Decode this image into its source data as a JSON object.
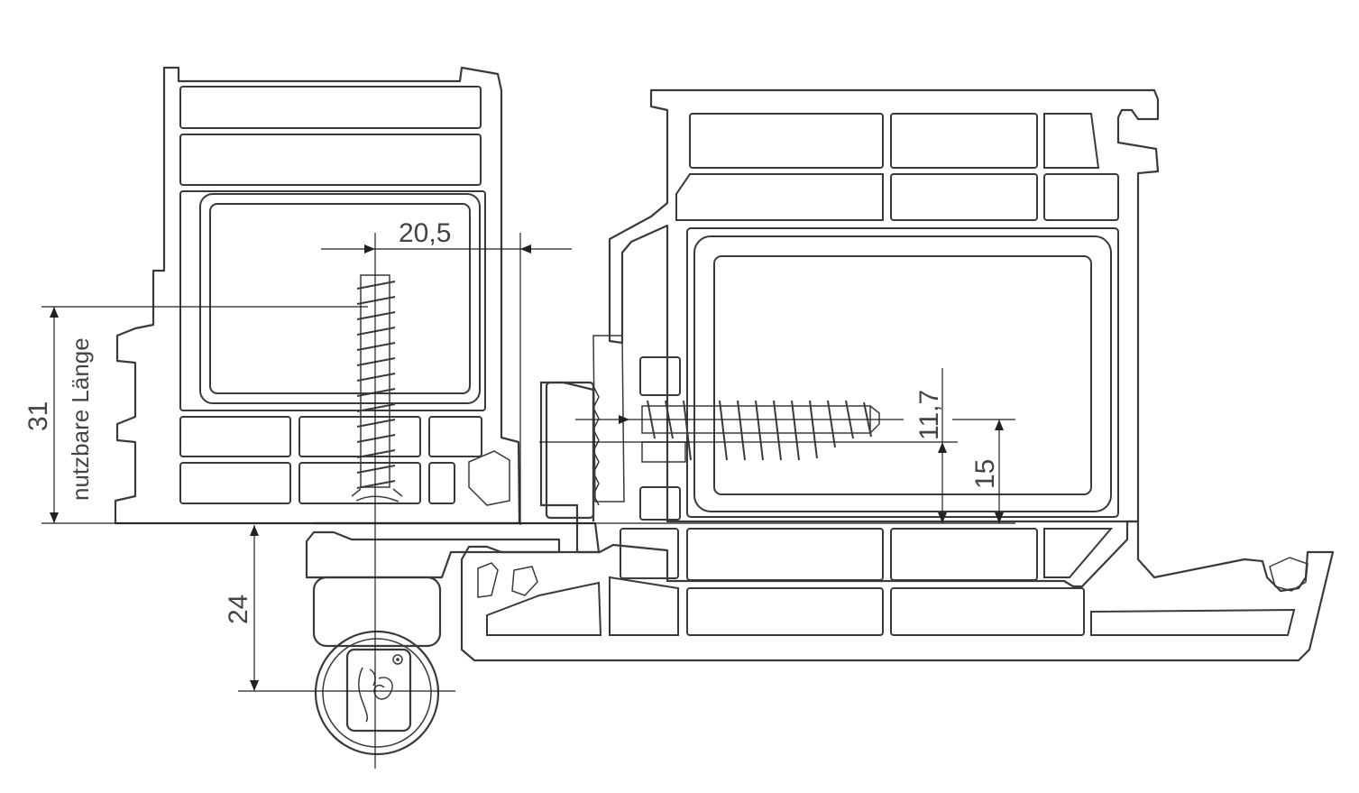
{
  "dimensions": {
    "width_top": "20,5",
    "usable_length_value": "31",
    "usable_length_label": "nutzbare Länge",
    "hinge_offset": "24",
    "screw_offset_1": "11,7",
    "screw_offset_2": "15"
  },
  "logo": {
    "name": "rooster-logo-icon",
    "text": ""
  }
}
